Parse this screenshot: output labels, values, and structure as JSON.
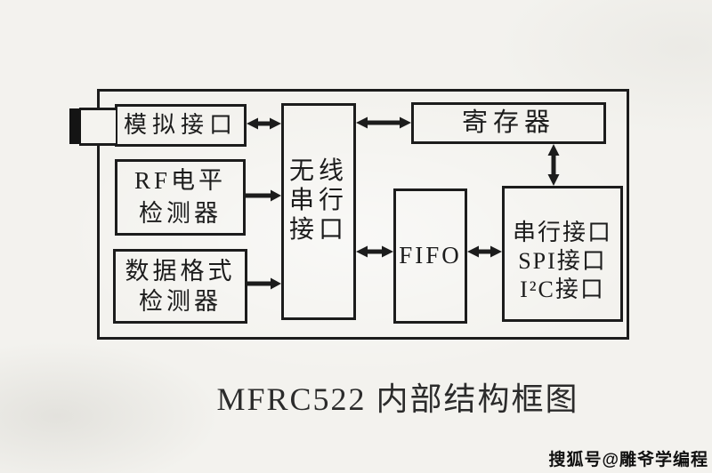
{
  "page": {
    "background_color": "#f3f2ee",
    "ink_color": "#1c1c1c"
  },
  "diagram": {
    "caption": "MFRC522 内部结构框图",
    "nodes": {
      "analog": {
        "label": "模拟接口"
      },
      "rf_detector": {
        "lines": [
          "RF电平",
          "检测器"
        ]
      },
      "data_format_detector": {
        "lines": [
          "数据格式",
          "检测器"
        ]
      },
      "wireless_serial": {
        "lines": [
          "无线",
          "串行",
          "接口"
        ]
      },
      "registers": {
        "label": "寄存器"
      },
      "fifo": {
        "label": "FIFO"
      },
      "host_interface": {
        "lines": [
          "串行接口",
          "SPI接口",
          "I²C接口"
        ]
      }
    },
    "edges": [
      {
        "from": "analog",
        "to": "wireless_serial",
        "type": "bidirectional"
      },
      {
        "from": "rf_detector",
        "to": "wireless_serial",
        "type": "unidirectional"
      },
      {
        "from": "data_format_detector",
        "to": "wireless_serial",
        "type": "unidirectional"
      },
      {
        "from": "wireless_serial",
        "to": "registers",
        "type": "bidirectional"
      },
      {
        "from": "registers",
        "to": "host_interface",
        "type": "bidirectional"
      },
      {
        "from": "wireless_serial",
        "to": "fifo",
        "type": "bidirectional"
      },
      {
        "from": "fifo",
        "to": "host_interface",
        "type": "bidirectional"
      }
    ]
  },
  "watermark": {
    "text": "搜狐号@雕爷学编程"
  }
}
